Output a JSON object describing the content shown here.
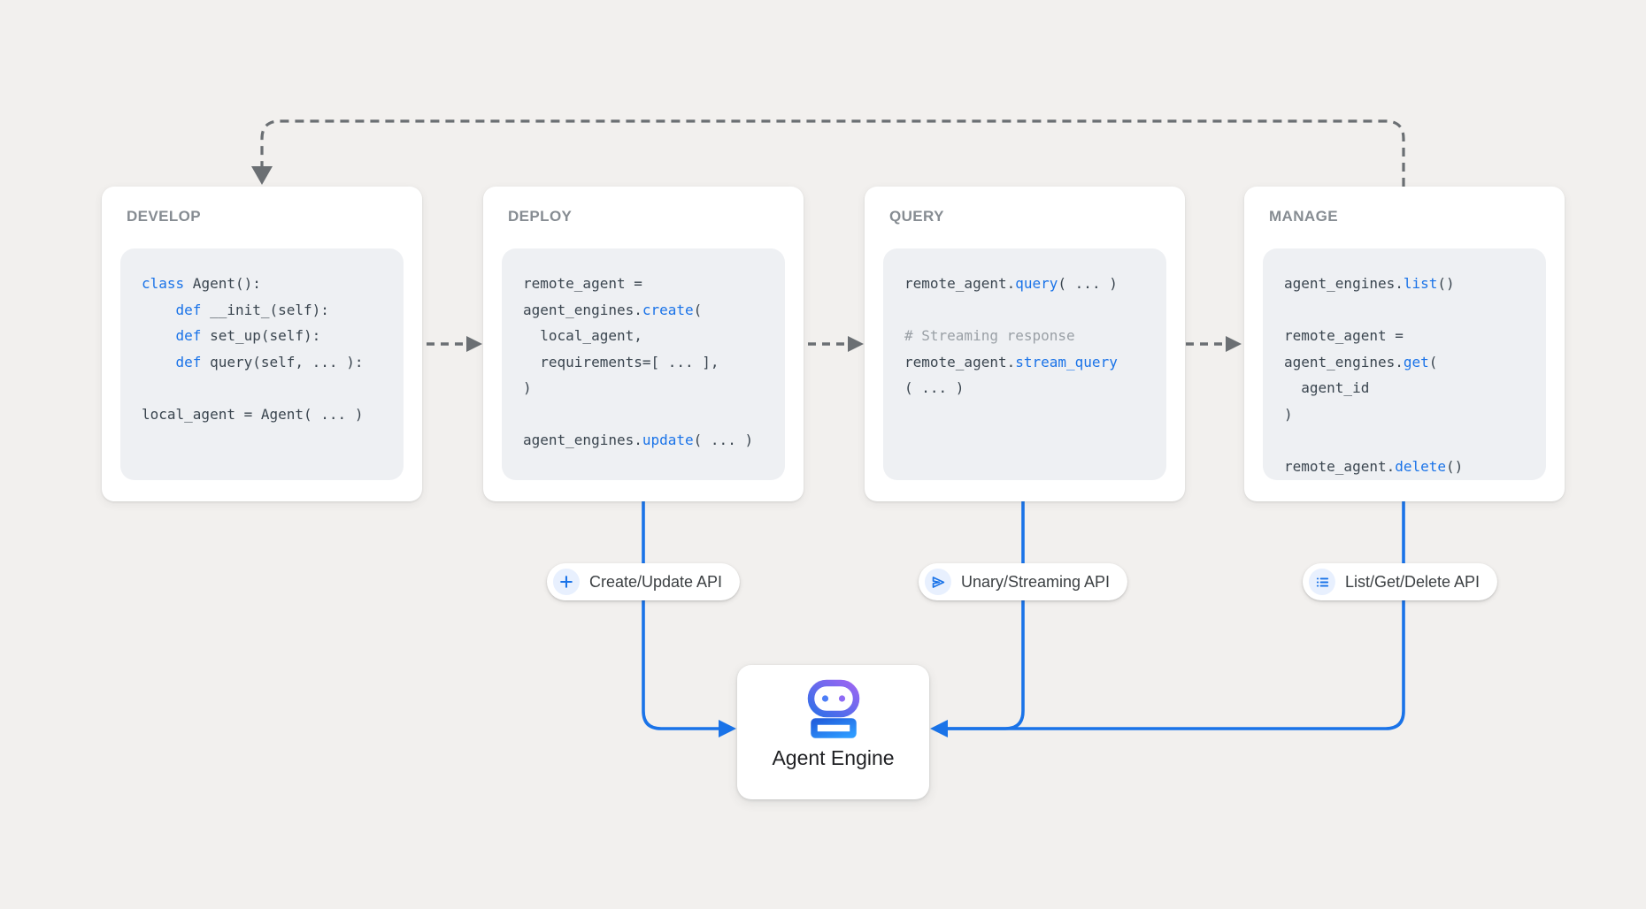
{
  "colors": {
    "background": "#f2f0ee",
    "accent_blue": "#1a73e8",
    "keyword_blue": "#1a73e8",
    "code_text": "#3a454f",
    "comment_gray": "#9aa0a6",
    "arrow_gray": "#6b6f73",
    "title_gray": "#868c92",
    "robot_gradient_start": "#2f6fe8",
    "robot_gradient_end": "#9d66f2"
  },
  "cards": [
    {
      "title": "DEVELOP",
      "code": [
        [
          {
            "t": "class",
            "s": "k"
          },
          {
            "t": " Agent():",
            "s": "p"
          }
        ],
        [
          {
            "t": "    ",
            "s": "p"
          },
          {
            "t": "def",
            "s": "k"
          },
          {
            "t": " __init_(self):",
            "s": "p"
          }
        ],
        [
          {
            "t": "    ",
            "s": "p"
          },
          {
            "t": "def",
            "s": "k"
          },
          {
            "t": " set_up(self):",
            "s": "p"
          }
        ],
        [
          {
            "t": "    ",
            "s": "p"
          },
          {
            "t": "def",
            "s": "k"
          },
          {
            "t": " query(self, ... ):",
            "s": "p"
          }
        ],
        [],
        [
          {
            "t": "local_agent = Agent( ... )",
            "s": "p"
          }
        ]
      ]
    },
    {
      "title": "DEPLOY",
      "code": [
        [
          {
            "t": "remote_agent =",
            "s": "p"
          }
        ],
        [
          {
            "t": "agent_engines.",
            "s": "p"
          },
          {
            "t": "create",
            "s": "k"
          },
          {
            "t": "(",
            "s": "p"
          }
        ],
        [
          {
            "t": "  local_agent,",
            "s": "p"
          }
        ],
        [
          {
            "t": "  requirements=[ ... ],",
            "s": "p"
          }
        ],
        [
          {
            "t": ")",
            "s": "p"
          }
        ],
        [],
        [
          {
            "t": "agent_engines.",
            "s": "p"
          },
          {
            "t": "update",
            "s": "k"
          },
          {
            "t": "( ... )",
            "s": "p"
          }
        ]
      ]
    },
    {
      "title": "QUERY",
      "code": [
        [
          {
            "t": "remote_agent.",
            "s": "p"
          },
          {
            "t": "query",
            "s": "k"
          },
          {
            "t": "( ... )",
            "s": "p"
          }
        ],
        [],
        [
          {
            "t": "# Streaming response",
            "s": "c"
          }
        ],
        [
          {
            "t": "remote_agent.",
            "s": "p"
          },
          {
            "t": "stream_query",
            "s": "k"
          }
        ],
        [
          {
            "t": "( ... )",
            "s": "p"
          }
        ]
      ]
    },
    {
      "title": "MANAGE",
      "code": [
        [
          {
            "t": "agent_engines.",
            "s": "p"
          },
          {
            "t": "list",
            "s": "k"
          },
          {
            "t": "()",
            "s": "p"
          }
        ],
        [],
        [
          {
            "t": "remote_agent =",
            "s": "p"
          }
        ],
        [
          {
            "t": "agent_engines.",
            "s": "p"
          },
          {
            "t": "get",
            "s": "k"
          },
          {
            "t": "(",
            "s": "p"
          }
        ],
        [
          {
            "t": "  agent_id",
            "s": "p"
          }
        ],
        [
          {
            "t": ")",
            "s": "p"
          }
        ],
        [],
        [
          {
            "t": "remote_agent.",
            "s": "p"
          },
          {
            "t": "delete",
            "s": "k"
          },
          {
            "t": "()",
            "s": "p"
          }
        ]
      ]
    }
  ],
  "pills": [
    {
      "label": "Create/Update API",
      "icon": "plus-icon"
    },
    {
      "label": "Unary/Streaming API",
      "icon": "send-icon"
    },
    {
      "label": "List/Get/Delete API",
      "icon": "list-icon"
    }
  ],
  "engine": {
    "label": "Agent Engine",
    "icon": "robot-icon"
  }
}
